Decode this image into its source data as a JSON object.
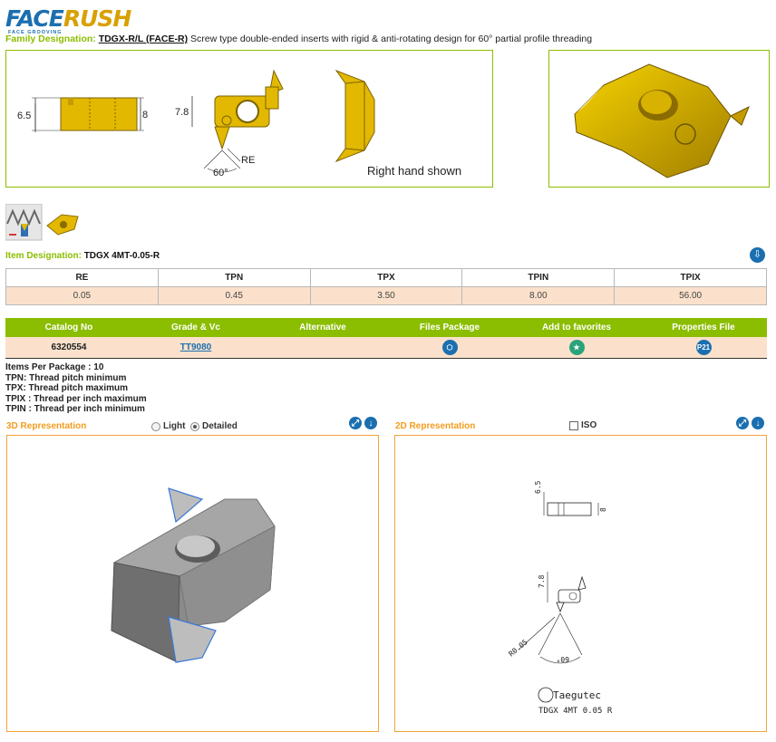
{
  "brand": {
    "logo_face": "FACE",
    "logo_rush": "RUSH",
    "tagline": "FACE GROOVING"
  },
  "family": {
    "label": "Family Designation:",
    "code": "TDGX-R/L (FACE-R)",
    "description": "Screw type double-ended inserts with rigid & anti-rotating design for 60° partial profile threading"
  },
  "drawing": {
    "dim_height": "6.5",
    "dim_width": "8",
    "dim_side": "7.8",
    "dim_radius": "RE",
    "dim_angle": "60°",
    "caption": "Right hand shown"
  },
  "item": {
    "label": "Item Designation:",
    "value": "TDGX 4MT-0.05-R"
  },
  "params": {
    "headers": [
      "RE",
      "TPN",
      "TPX",
      "TPIN",
      "TPIX"
    ],
    "values": [
      "0.05",
      "0.45",
      "3.50",
      "8.00",
      "56.00"
    ]
  },
  "catalog": {
    "headers": [
      "Catalog No",
      "Grade & Vc",
      "Alternative",
      "Files Package",
      "Add to favorites",
      "Properties File"
    ],
    "catalog_no": "6320554",
    "grade": "TT9080",
    "alternative": "",
    "properties_badge": "P21"
  },
  "notes": [
    "Items Per Package : 10",
    "TPN: Thread pitch minimum",
    "TPX: Thread pitch maximum",
    "TPIX : Thread per inch maximum",
    "TPIN : Thread per inch minimum"
  ],
  "view3d": {
    "title": "3D Representation",
    "opt_light": "Light",
    "opt_detailed": "Detailed",
    "selected": "Detailed"
  },
  "view2d": {
    "title": "2D Representation",
    "opt_iso": "ISO",
    "iso_checked": false,
    "dim_a": "6.5",
    "dim_b": "8",
    "dim_c": "7.8",
    "dim_r": "R0.05",
    "dim_angle": "60°",
    "brand": "Taegutec",
    "part_label": "TDGX 4MT 0.05 R"
  },
  "colors": {
    "accent_green": "#8bbd00",
    "accent_orange": "#f29c1f",
    "brand_blue": "#1b6fb0",
    "insert_gold": "#e3b800",
    "row_peach": "#fbe1cb"
  }
}
